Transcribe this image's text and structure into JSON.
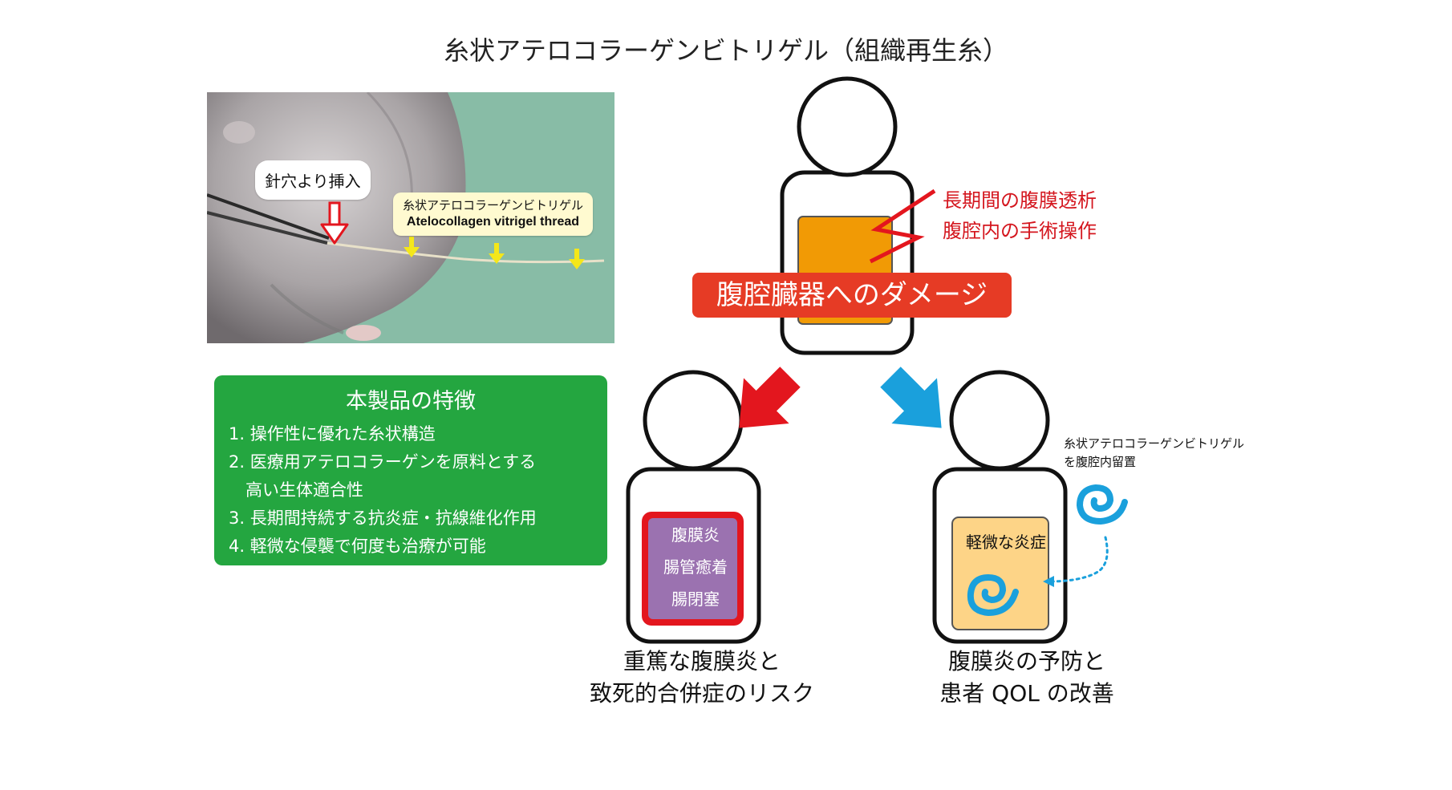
{
  "title": "糸状アテロコラーゲンビトリゲル（組織再生糸）",
  "photo": {
    "needle_label": "針穴より挿入",
    "thread_label_jp": "糸状アテロコラーゲンビトリゲル",
    "thread_label_en": "Atelocollagen vitrigel thread"
  },
  "features": {
    "title": "本製品の特徴",
    "items": [
      "1. 操作性に優れた糸状構造",
      "2. 医療用アテロコラーゲンを原料とする",
      "　高い生体適合性",
      "3. 長期間持続する抗炎症・抗線維化作用",
      "4. 軽微な侵襲で何度も治療が可能"
    ]
  },
  "top_figure": {
    "cause_1": "長期間の腹膜透析",
    "cause_2": "腹腔内の手術操作",
    "damage": "腹腔臓器へのダメージ"
  },
  "left_branch": {
    "conditions": [
      "腹膜炎",
      "腸管癒着",
      "腸閉塞"
    ],
    "outcome_1": "重篤な腹膜炎と",
    "outcome_2": "致死的合併症のリスク"
  },
  "right_branch": {
    "implant_1": "糸状アテロコラーゲンビトリゲル",
    "implant_2": "を腹腔内留置",
    "condition": "軽微な炎症",
    "outcome_1": "腹膜炎の予防と",
    "outcome_2": "患者 QOL の改善"
  },
  "colors": {
    "red": "#e63b25",
    "green": "#24a640",
    "blue": "#1aa0dc",
    "orange": "#f19a05",
    "purple": "#9b72b0",
    "pale_orange": "#fdd487"
  }
}
